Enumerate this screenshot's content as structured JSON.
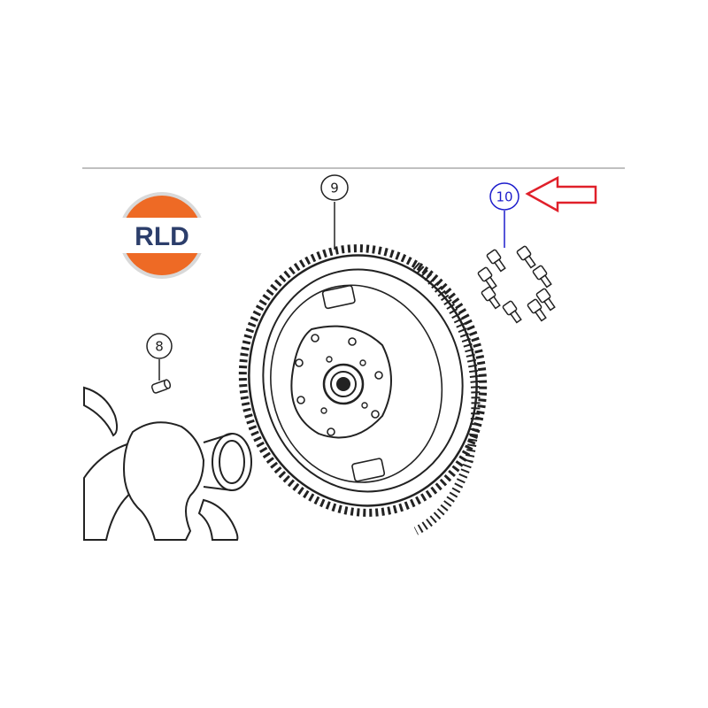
{
  "logo": {
    "text": "RLD",
    "colors": {
      "orange": "#ee6a25",
      "navy": "#2c3e6b",
      "silver": "#d9d9d9"
    }
  },
  "callouts": [
    {
      "id": "8",
      "label": "8"
    },
    {
      "id": "9",
      "label": "9"
    },
    {
      "id": "10",
      "label": "10"
    }
  ],
  "highlight": {
    "color_callout": "#1d1dcc",
    "color_arrow": "#e0202a",
    "icon": "arrow-left-icon"
  },
  "line_color": "#222222"
}
